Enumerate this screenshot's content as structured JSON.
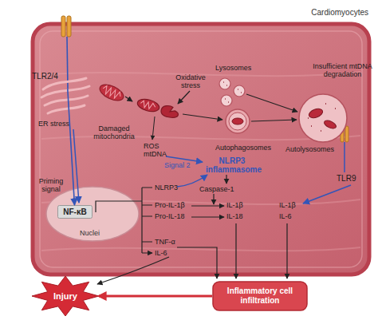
{
  "diagram": {
    "nodes": [
      {
        "text": [
          "Cardiomyocytes"
        ]
      },
      {
        "text": [
          "TLR2/4"
        ],
        "in": 0
      },
      {
        "text": [
          "TLR9"
        ],
        "in": 0
      },
      {
        "text": [
          "Nuclei"
        ],
        "in": 0
      },
      {
        "text": [
          "NF-κB"
        ],
        "in": 3
      },
      {
        "text": [
          "Injury"
        ]
      },
      {
        "text": [
          "Inflammatory cell infiltration"
        ]
      }
    ],
    "edges": [
      {
        "from": 1,
        "to": 4,
        "arrow": "to"
      },
      {
        "from": 6,
        "to": 5,
        "arrow": "to"
      }
    ],
    "labels": [
      "Oxidative stress",
      "Lysosomes",
      "Insufficient mtDNA degradation",
      "ER stress",
      "Damaged mitochondria",
      "ROS",
      "mtDNA",
      "Autophagosomes",
      "Autolysosomes",
      "Signal 2",
      "NLRP3 inflammasome",
      "Priming signal",
      "NLRP3",
      "Caspase-1",
      "Pro-IL-1β",
      "Pro-IL-18",
      "IL-1β",
      "IL-18",
      "IL-1β",
      "IL-6",
      "TNF-α",
      "IL-6"
    ]
  }
}
